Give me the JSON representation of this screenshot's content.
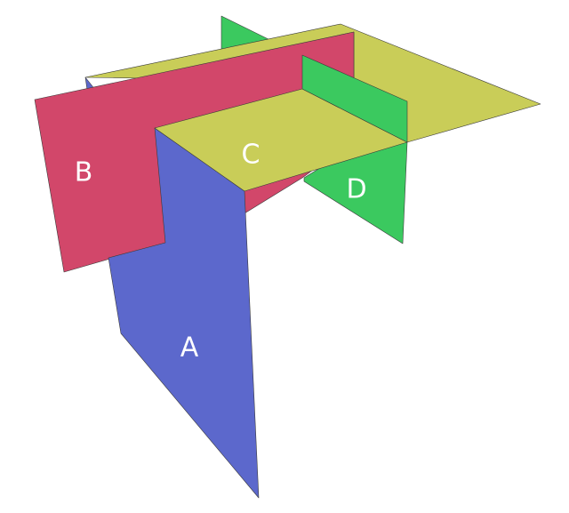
{
  "colors": {
    "plane_a": "#5c68cc",
    "plane_b": "#d2476a",
    "plane_c": "#c9cd58",
    "plane_d": "#3bc95f",
    "label": "#ffffff",
    "background": "#ffffff"
  },
  "planes": {
    "a": {
      "label": "A"
    },
    "b": {
      "label": "B"
    },
    "c": {
      "label": "C"
    },
    "d": {
      "label": "D"
    }
  }
}
